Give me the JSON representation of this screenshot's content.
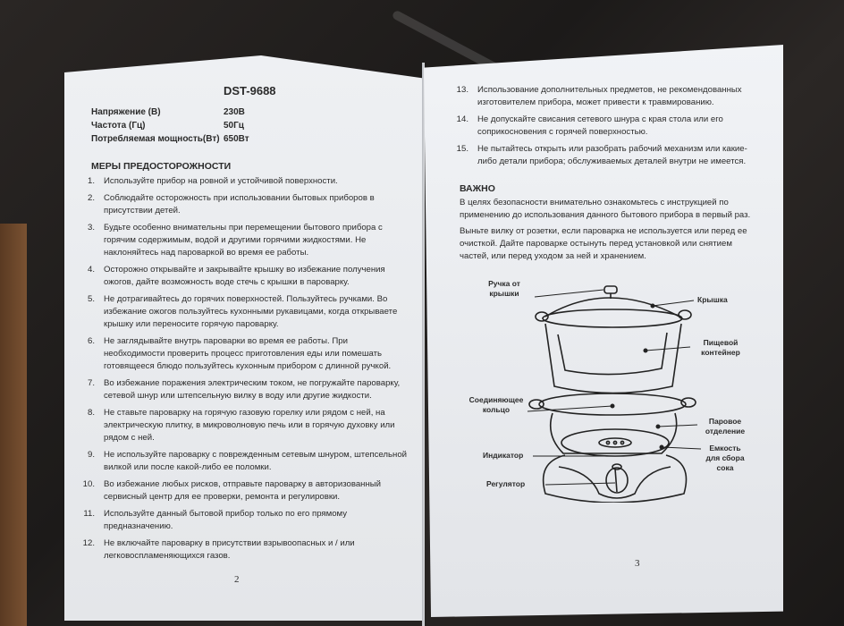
{
  "left_page": {
    "model": "DST-9688",
    "specs": [
      {
        "label": "Напряжение (В)",
        "value": "230В"
      },
      {
        "label": "Частота (Гц)",
        "value": "50Гц"
      },
      {
        "label": "Потребляемая мощность(Вт)",
        "value": "650Вт"
      }
    ],
    "section_title": "МЕРЫ ПРЕДОСТОРОЖНОСТИ",
    "items": [
      {
        "num": "1.",
        "text": "Используйте прибор на ровной и устойчивой поверхности."
      },
      {
        "num": "2.",
        "text": "Соблюдайте осторожность при использовании бытовых приборов в присутствии детей."
      },
      {
        "num": "3.",
        "text": "Будьте особенно внимательны при перемещении бытового прибора с горячим содержимым, водой и другими горячими жидкостями. Не наклоняйтесь над пароваркой во время ее работы."
      },
      {
        "num": "4.",
        "text": "Осторожно открывайте и закрывайте крышку во избежание получения ожогов, дайте возможность воде стечь с крышки в пароварку."
      },
      {
        "num": "5.",
        "text": "Не дотрагивайтесь до горячих поверхностей. Пользуйтесь ручками. Во избежание ожогов пользуйтесь кухонными рукавицами, когда открываете крышку или переносите горячую пароварку."
      },
      {
        "num": "6.",
        "text": "Не заглядывайте внутрь пароварки во время ее работы. При необходимости проверить процесс приготовления еды или помешать готовящееся блюдо пользуйтесь кухонным прибором с длинной ручкой."
      },
      {
        "num": "7.",
        "text": "Во избежание поражения электрическим током, не погружайте пароварку, сетевой шнур или штепсельную вилку в воду или другие жидкости."
      },
      {
        "num": "8.",
        "text": "Не ставьте пароварку на горячую газовую горелку или рядом с ней, на электрическую плитку, в микроволновую печь или в горячую духовку или рядом с ней."
      },
      {
        "num": "9.",
        "text": "Не используйте пароварку с поврежденным сетевым шнуром, штепсельной вилкой или после какой-либо ее поломки."
      },
      {
        "num": "10.",
        "text": "Во избежание любых рисков, отправьте пароварку в авторизованный сервисный центр для ее проверки, ремонта и регулировки."
      },
      {
        "num": "11.",
        "text": "Используйте данный бытовой прибор только по его прямому предназначению."
      },
      {
        "num": "12.",
        "text": "Не включайте пароварку в присутствии взрывоопасных и / или легковоспламеняющихся газов."
      }
    ],
    "page_number": "2"
  },
  "right_page": {
    "items": [
      {
        "num": "13.",
        "text": "Использование дополнительных предметов, не рекомендованных изготовителем прибора, может привести к травмированию."
      },
      {
        "num": "14.",
        "text": "Не допускайте свисания сетевого шнура с края стола или его соприкосновения с горячей поверхностью."
      },
      {
        "num": "15.",
        "text": "Не пытайтесь открыть или разобрать рабочий механизм или какие-либо детали прибора; обслуживаемых деталей внутри не имеется."
      }
    ],
    "important_title": "ВАЖНО",
    "important_paragraphs": [
      "В целях безопасности внимательно ознакомьтесь с инструкцией по применению до использования данного бытового прибора в первый раз.",
      "Выньте вилку от розетки, если пароварка не используется или перед ее очисткой. Дайте пароварке остынуть перед установкой или снятием частей, или перед уходом за ней и хранением."
    ],
    "diagram_labels": {
      "lid_handle": "Ручка от крышки",
      "lid": "Крышка",
      "food_container": "Пищевой контейнер",
      "connecting_ring": "Соединяющее кольцо",
      "steam_compartment": "Паровое отделение",
      "juice_container": "Емкость для сбора сока",
      "indicator": "Индикатор",
      "regulator": "Регулятор"
    },
    "page_number": "3"
  }
}
